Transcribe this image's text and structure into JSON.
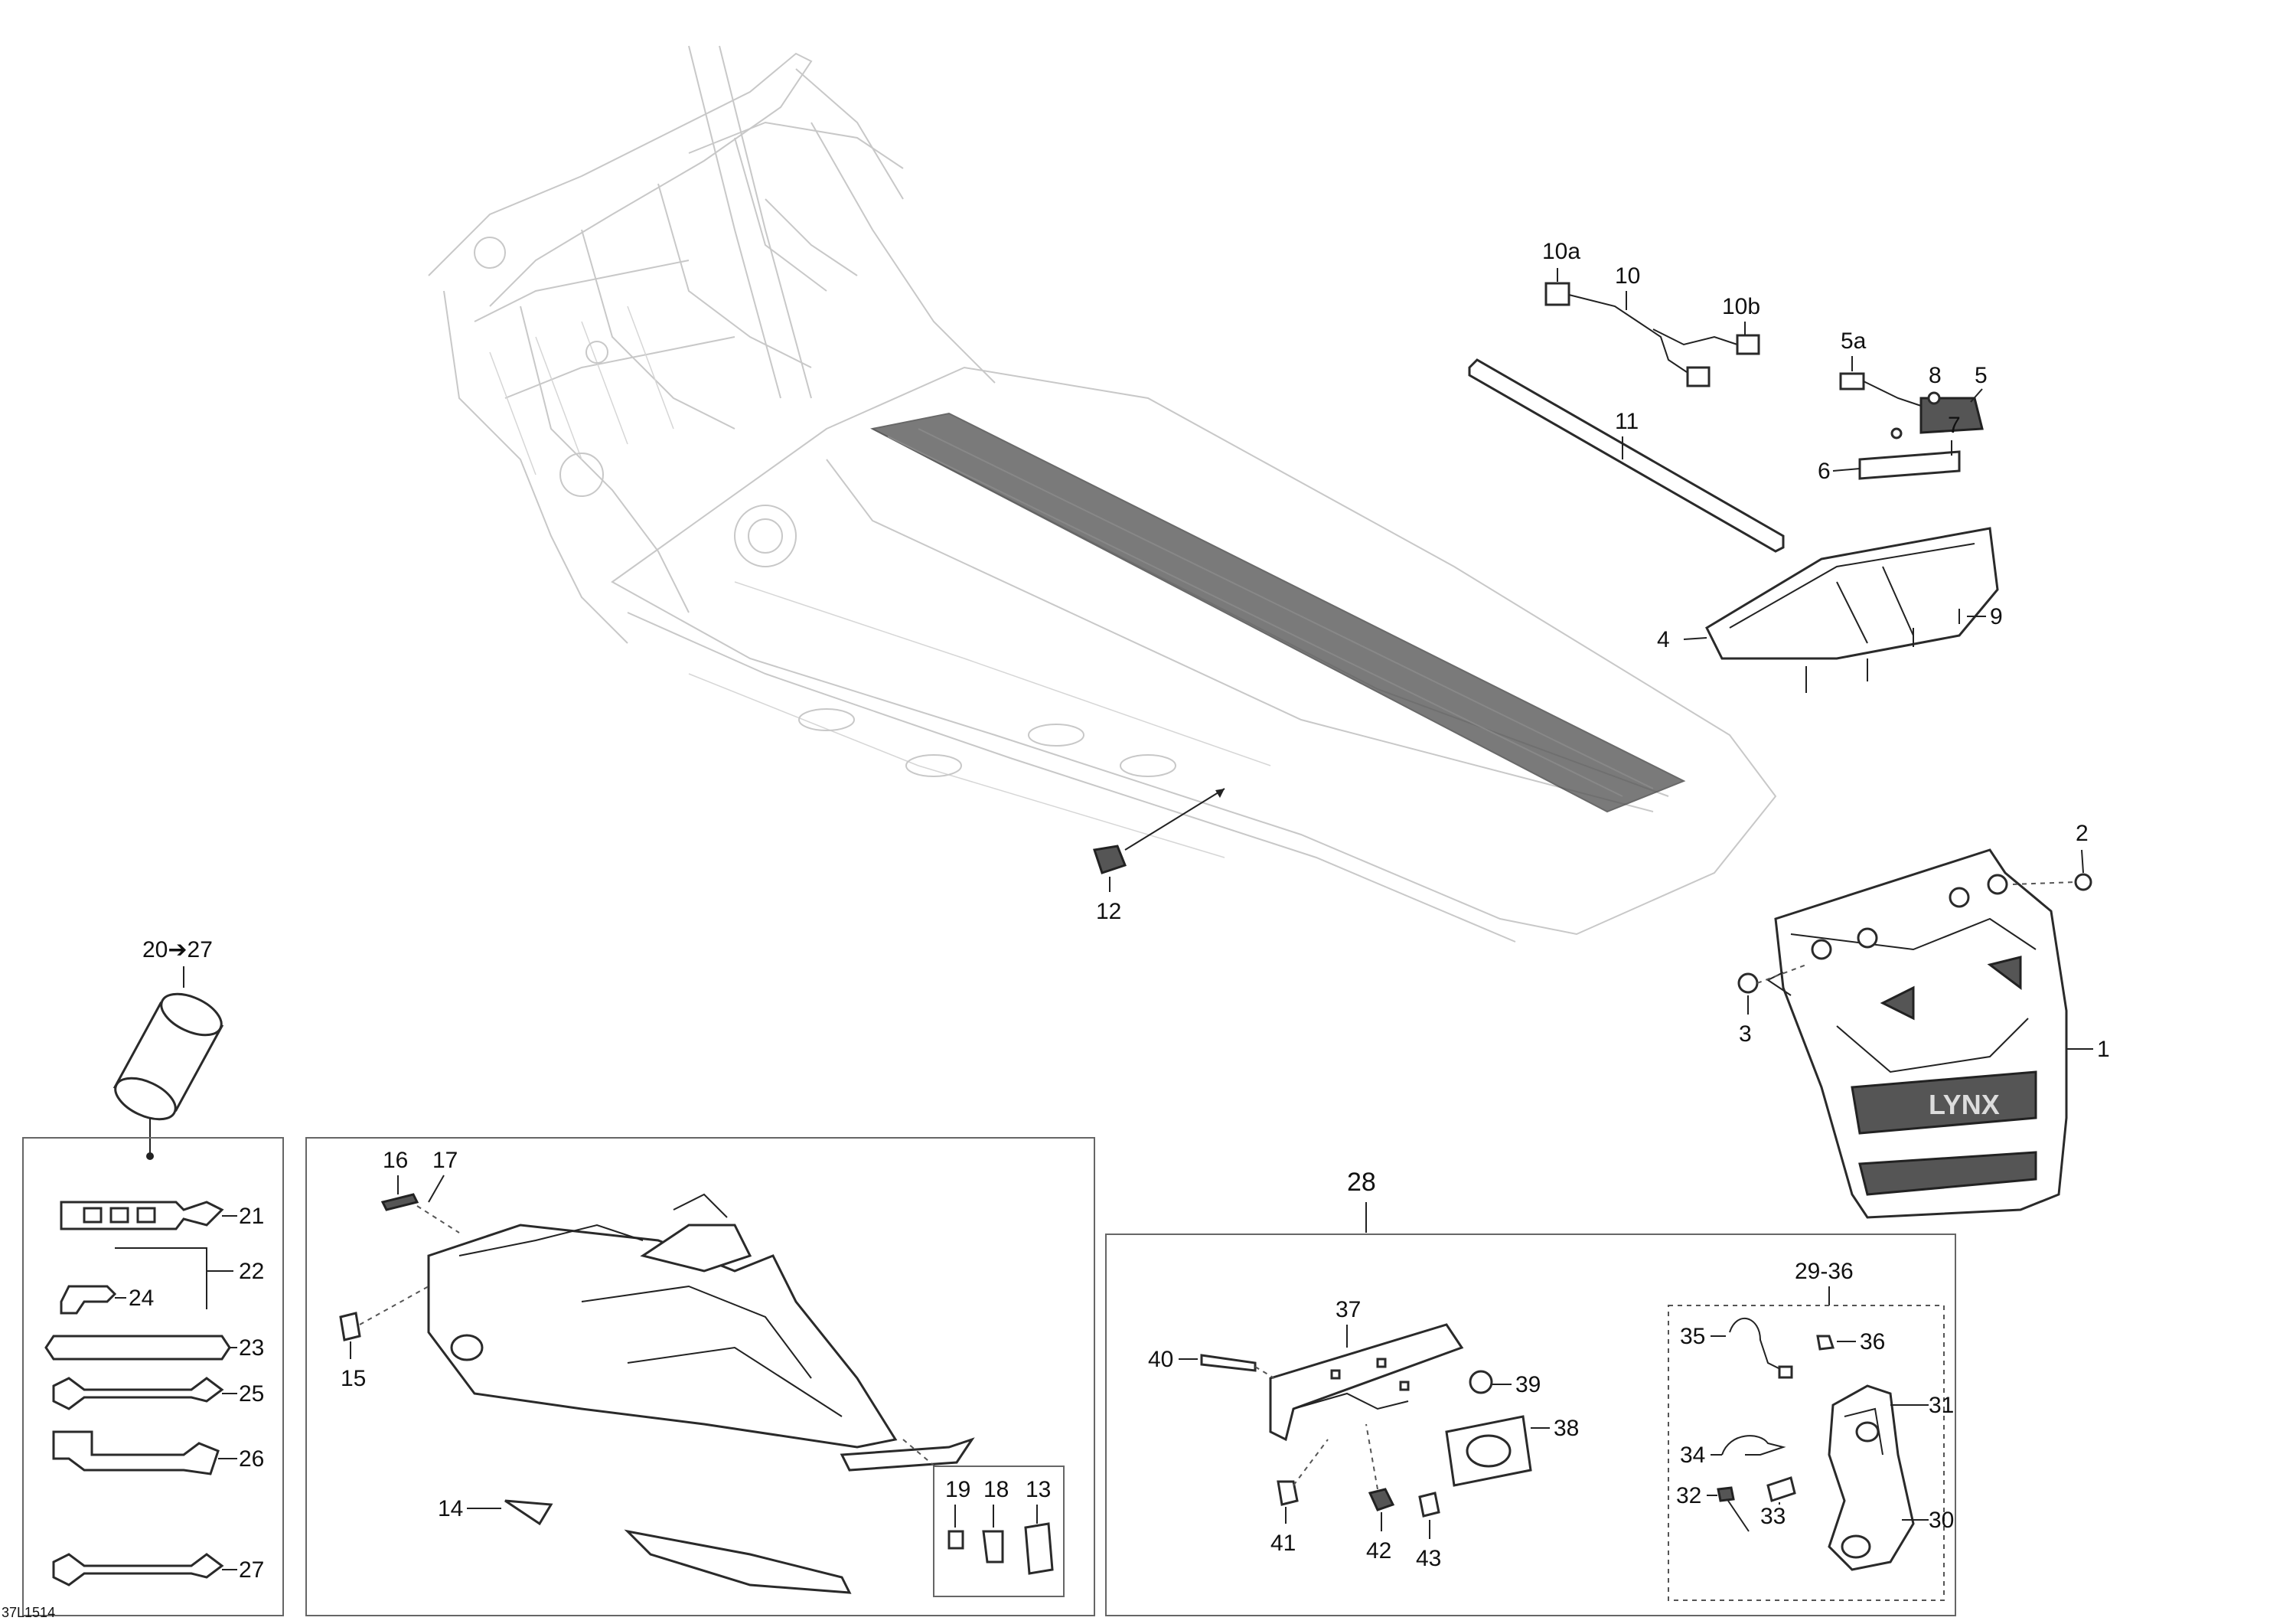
{
  "diagram_ref": "37L1514",
  "callouts": {
    "c1": "1",
    "c2": "2",
    "c3": "3",
    "c4": "4",
    "c5": "5",
    "c5a": "5a",
    "c6": "6",
    "c7": "7",
    "c8": "8",
    "c9": "9",
    "c10": "10",
    "c10a": "10a",
    "c10b": "10b",
    "c11": "11",
    "c12": "12",
    "c13": "13",
    "c14": "14",
    "c15": "15",
    "c16": "16",
    "c17": "17",
    "c18": "18",
    "c19": "19",
    "c20_27": "20➔27",
    "c21": "21",
    "c22": "22",
    "c23": "23",
    "c24": "24",
    "c25": "25",
    "c26": "26",
    "c27": "27",
    "c28": "28",
    "c29_36": "29-36",
    "c30": "30",
    "c31": "31",
    "c32": "32",
    "c33": "33",
    "c34": "34",
    "c35": "35",
    "c36": "36",
    "c37": "37",
    "c38": "38",
    "c39": "39",
    "c40": "40",
    "c41": "41",
    "c42": "42",
    "c43": "43"
  },
  "logo_text": "LYNX"
}
